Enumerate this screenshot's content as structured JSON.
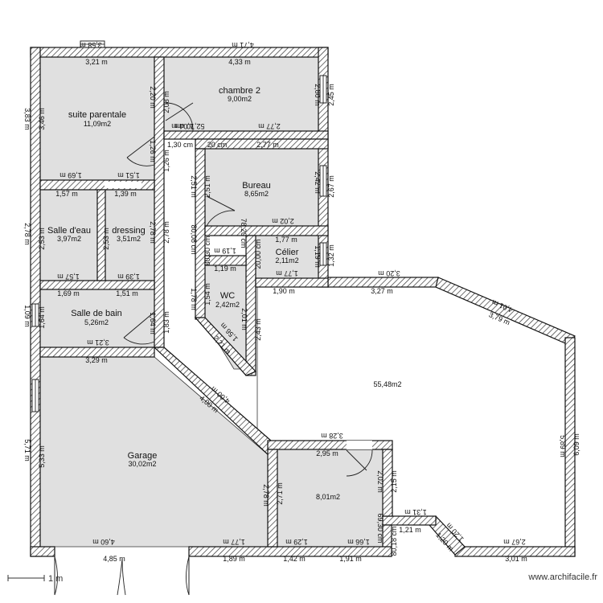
{
  "rooms": {
    "suite": {
      "name": "suite parentale",
      "area": "11,09m2"
    },
    "chambre2": {
      "name": "chambre 2",
      "area": "9,00m2"
    },
    "bureau": {
      "name": "Bureau",
      "area": "8,65m2"
    },
    "salle_eau": {
      "name": "Salle d'eau",
      "area": "3,97m2"
    },
    "dressing": {
      "name": "dressing",
      "area": "3,51m2"
    },
    "celier": {
      "name": "Célier",
      "area": "2,11m2"
    },
    "wc": {
      "name": "WC",
      "area": "2,42m2"
    },
    "salle_bain": {
      "name": "Salle de bain",
      "area": "5,26m2"
    },
    "living": {
      "area": "55,48m2"
    },
    "garage": {
      "name": "Garage",
      "area": "30,02m2"
    },
    "small": {
      "area": "8,01m2"
    }
  },
  "dimensions": {
    "d3_58": "3,58 m",
    "d4_71": "4,71 m",
    "d3_21a": "3,21 m",
    "d4_33": "4,33 m",
    "d2_20": "2,20 m",
    "d2_08": "2,08 m",
    "d2_80a": "2,80 m",
    "d2_45": "2,45 m",
    "d3_83": "3,83 m",
    "d3_46": "3,46 m",
    "d52_70": "52,70 cm",
    "d1_04": "1,04 m",
    "d2_77a": "2,77 m",
    "d1_30cm": "1,30 cm",
    "d20cm": "20 cm",
    "d2_77b": "2,77 m",
    "d1_26a": "1,26 m",
    "d1_26b": "1,26 m",
    "d1_69": "1,69 m",
    "d1_51a": "1,51 m",
    "d2_51a": "2,51 m",
    "d2_51b": "2,51 m",
    "d2_42": "2,42 m",
    "d2_67": "2,67 m",
    "d1_57a": "1,57 m",
    "d1_39a": "1,39 m",
    "d2_02a": "2,02 m",
    "d2_78a": "2,78 m",
    "d2_53a": "2,53 m",
    "d2_53b": "2,53 m",
    "d2_78b": "2,78 m",
    "d80cm": "80,08 cm",
    "d78_20": "78,20 cm",
    "d1_77a": "1,77 m",
    "d80_30": "80,30 cm",
    "d1_19a": "1,19 m",
    "d20b": "20,00 cm",
    "d1_19b": "1,19 m",
    "d1_32": "1,32 m",
    "d3_20": "3,20 m",
    "d1_57b": "1,57 m",
    "d1_39b": "1,39 m",
    "d1_19c": "1,19 m",
    "d1_77b": "1,77 m",
    "d1_69b": "1,69 m",
    "d1_51b": "1,51 m",
    "d1_90": "1,90 m",
    "d3_27": "3,27 m",
    "d4_01": "4,01 m",
    "d3_79": "3,79 m",
    "d1_78": "1,78 m",
    "d1_54": "1,54 m",
    "d2_01": "2,01 m",
    "d1_09": "1,09 m",
    "d1_64a": "1,64 m",
    "d1_64b": "1,64 m",
    "d1_83": "1,83 m",
    "d1_56": "1,56 m",
    "d2_21": "2,21 m",
    "d2_43": "2,43 m",
    "d3_21b": "3,21 m",
    "d3_29": "3,29 m",
    "d4_00a": "4,00 m",
    "d4_00b": "4,00 m",
    "d5_71": "5,71 m",
    "d5_33": "5,33 m",
    "d3_28": "3,28 m",
    "d2_95": "2,95 m",
    "d5_89": "5,89 m",
    "d6_09": "6,09 m",
    "d2_78c": "2,78 m",
    "d2_71": "2,71 m",
    "d2_02b": "2,02 m",
    "d2_15": "2,15 m",
    "d69_30": "69,30 cm",
    "d1_31": "1,31 m",
    "d1_21": "1,21 m",
    "d1_20a": "1,20 m",
    "d1_20b": "1,20 m",
    "d4_60": "4,60 m",
    "d1_77c": "1,77 m",
    "d1_29": "1,29 m",
    "d1_66": "1,66 m",
    "d2_67b": "2,67 m",
    "d4_85": "4,85 m",
    "d1_89": "1,89 m",
    "d1_42": "1,42 m",
    "d1_91": "1,91 m",
    "d3_01": "3,01 m",
    "d80_18": "80,18 cm"
  },
  "scale_label": "1 m",
  "footer": "www.archifacile.fr"
}
